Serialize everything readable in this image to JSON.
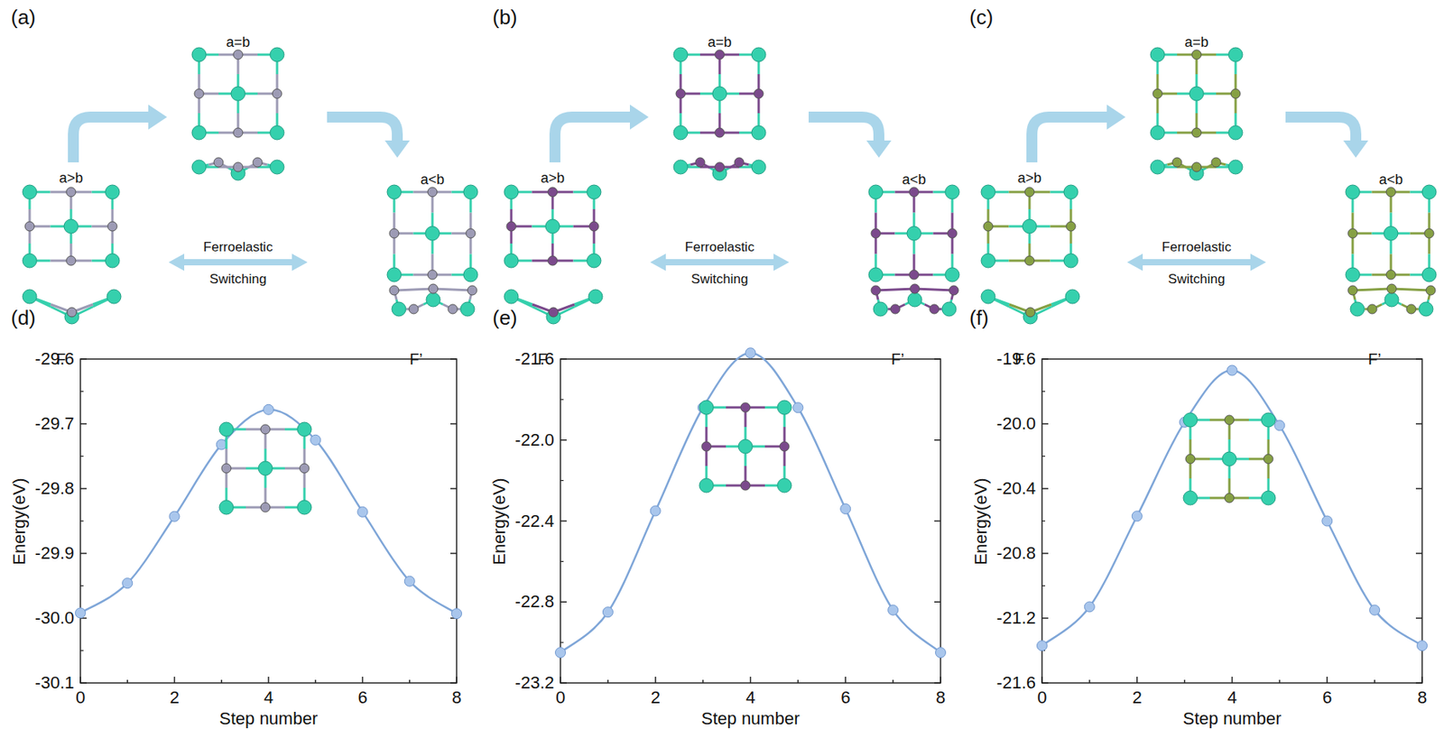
{
  "diagram": {
    "labels": [
      "(a)",
      "(b)",
      "(c)",
      "(d)",
      "(e)",
      "(f)",
      "a>b",
      "a=b",
      "a<b",
      "Ferroelastic",
      "Switching",
      "F",
      "F’",
      "a>b",
      "a=b",
      "a<b",
      "Ferroelastic",
      "Switching",
      "F",
      "F’",
      "a>b",
      "a=b",
      "a<b",
      "Ferroelastic",
      "Switching",
      "F",
      "F’",
      "-29.6",
      "-29.7",
      "-29.8",
      "-29.9",
      "-30.0",
      "-30.1",
      "0",
      "2",
      "4",
      "6",
      "8",
      "Energy(eV)",
      "Step number",
      "-21.6",
      "-22.0",
      "-22.4",
      "-22.8",
      "-23.2",
      "0",
      "2",
      "4",
      "6",
      "8",
      "Energy(eV)",
      "Step number",
      "-19.6",
      "-20.0",
      "-20.4",
      "-20.8",
      "-21.2",
      "-21.6",
      "0",
      "2",
      "4",
      "6",
      "8",
      "Energy(eV)",
      "Step number"
    ]
  }
}
